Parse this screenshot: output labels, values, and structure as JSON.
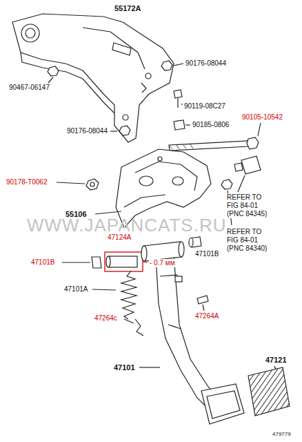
{
  "diagram": {
    "labels": [
      "55172A",
      "90176-08044",
      "90467-06147",
      "90119-08C27",
      "90176-08044",
      "90185-0806",
      "90105-10542",
      "90178-T0062",
      "REFER TO FIG 84-01 (PNC 84345)",
      "55106",
      "REFER TO FIG 84-01 (PNC 84340)",
      "47124A",
      "47101B",
      "47101B",
      "- 0.7 мм",
      "47101A",
      "47264c",
      "47264A",
      "47101",
      "47121",
      "479779",
      "WWW.JAPANCATS.RU"
    ]
  }
}
